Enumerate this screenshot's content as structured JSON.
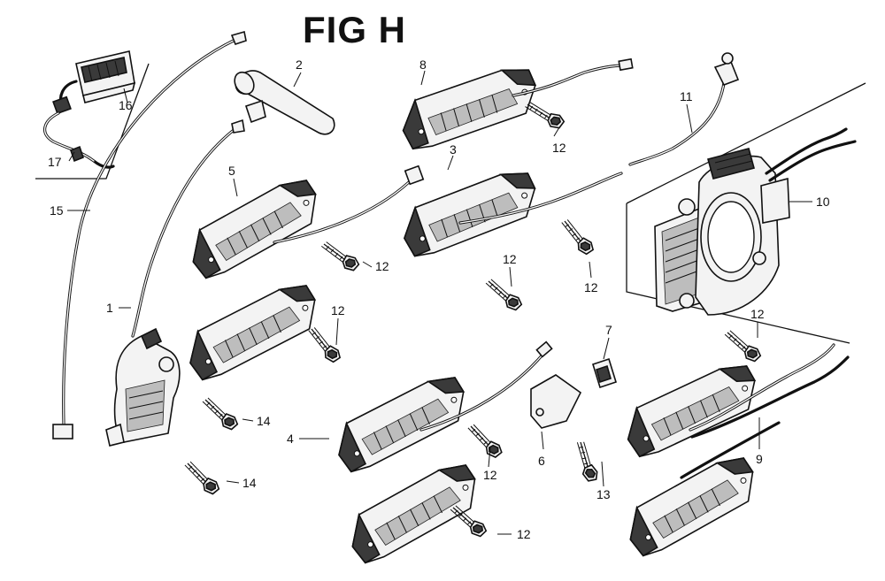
{
  "title": "FIG H",
  "callouts": [
    {
      "id": "c1",
      "label": "1"
    },
    {
      "id": "c2",
      "label": "2"
    },
    {
      "id": "c3",
      "label": "3"
    },
    {
      "id": "c4",
      "label": "4"
    },
    {
      "id": "c5",
      "label": "5"
    },
    {
      "id": "c6",
      "label": "6"
    },
    {
      "id": "c7",
      "label": "7"
    },
    {
      "id": "c8",
      "label": "8"
    },
    {
      "id": "c9",
      "label": "9"
    },
    {
      "id": "c10",
      "label": "10"
    },
    {
      "id": "c11",
      "label": "11"
    },
    {
      "id": "c12a",
      "label": "12"
    },
    {
      "id": "c12b",
      "label": "12"
    },
    {
      "id": "c12c",
      "label": "12"
    },
    {
      "id": "c12d",
      "label": "12"
    },
    {
      "id": "c12e",
      "label": "12"
    },
    {
      "id": "c12f",
      "label": "12"
    },
    {
      "id": "c12g",
      "label": "12"
    },
    {
      "id": "c12h",
      "label": "12"
    },
    {
      "id": "c12i",
      "label": "12"
    },
    {
      "id": "c13",
      "label": "13"
    },
    {
      "id": "c14a",
      "label": "14"
    },
    {
      "id": "c14b",
      "label": "14"
    },
    {
      "id": "c15",
      "label": "15"
    },
    {
      "id": "c16",
      "label": "16"
    },
    {
      "id": "c17",
      "label": "17"
    }
  ]
}
